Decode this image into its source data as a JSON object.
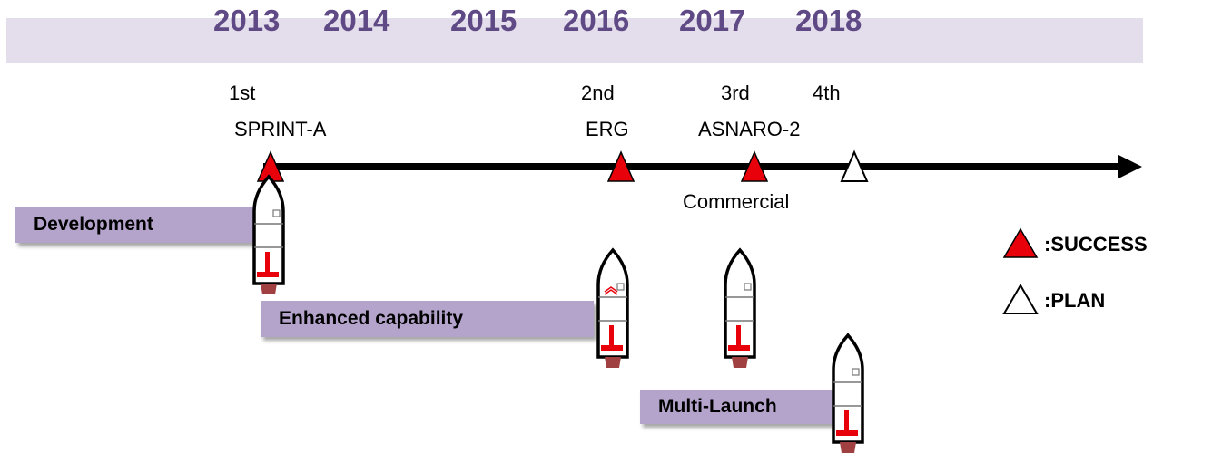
{
  "years": [
    "2013",
    "2014",
    "2015",
    "2016",
    "2017",
    "2018"
  ],
  "launches": [
    {
      "ordinal": "1st",
      "name": "SPRINT-A",
      "status": "success"
    },
    {
      "ordinal": "2nd",
      "name": "ERG",
      "status": "success"
    },
    {
      "ordinal": "3rd",
      "name": "ASNARO-2",
      "status": "success"
    },
    {
      "ordinal": "4th",
      "name": "",
      "status": "plan"
    }
  ],
  "commercial_label": "Commercial",
  "phases": {
    "development": "Development",
    "enhanced": "Enhanced capability",
    "multi_launch": "Multi-Launch"
  },
  "legend": {
    "success": ":SUCCESS",
    "plan": ":PLAN"
  },
  "colors": {
    "year_text": "#5f4a86",
    "band": "#e4deec",
    "phase_box": "#b4a4cc",
    "success_marker": "#e8000b",
    "rocket_stripe": "#e8000b",
    "rocket_flame": "#a04040"
  },
  "icons": {
    "success": "red-triangle-icon",
    "plan": "white-triangle-icon",
    "vehicle": "rocket-icon"
  }
}
